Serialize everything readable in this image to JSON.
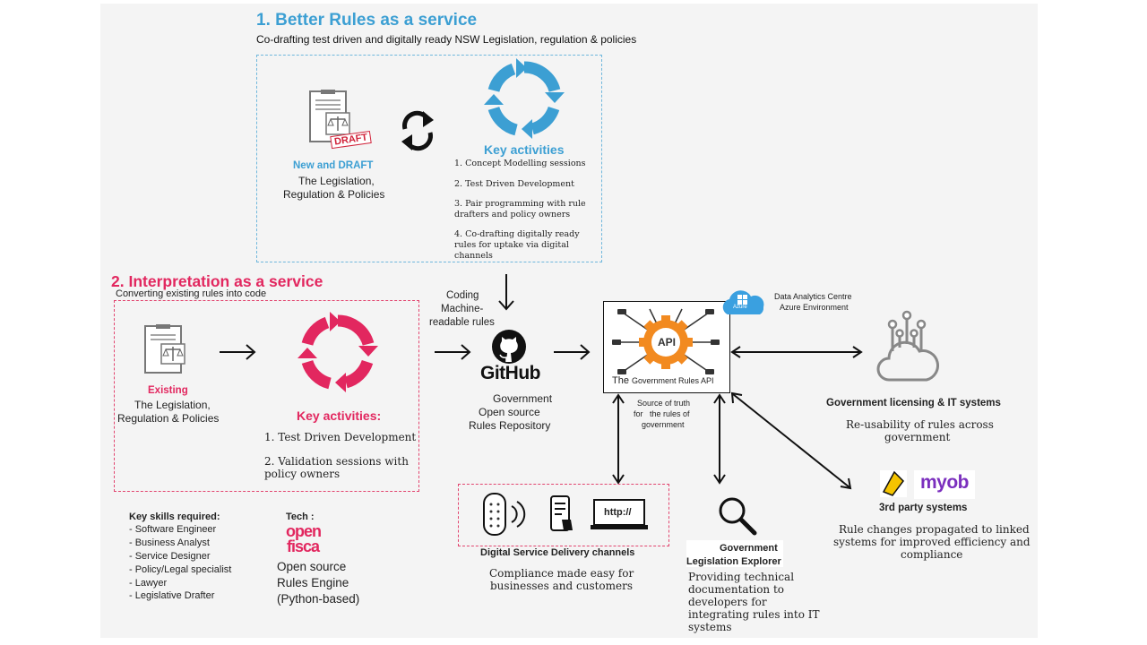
{
  "section1": {
    "title": "1. Better Rules as a service",
    "subtitle": "Co-drafting test driven and digitally ready NSW Legislation, regulation & policies",
    "stamp": "DRAFT",
    "doc_heading": "New and DRAFT",
    "doc_line1": "The  Legislation,",
    "doc_line2": "Regulation & Policies",
    "activities_heading": "Key activities",
    "activities": [
      "1. Concept Modelling sessions",
      "2. Test Driven Development",
      "3. Pair programming with rule",
      "drafters and policy owners",
      "4. Co-drafting digitally ready",
      "rules for uptake via digital",
      "channels"
    ]
  },
  "section2": {
    "title": "2. Interpretation as a service",
    "subtitle": "Converting existing rules into code",
    "doc_heading": "Existing",
    "doc_line1": "The Legislation,",
    "doc_line2": "Regulation & Policies",
    "activities_heading": "Key activities:",
    "activities": [
      "1. Test Driven Development",
      "2. Validation sessions with",
      "policy owners"
    ]
  },
  "coding": {
    "line1": "Coding",
    "line2": "Machine-",
    "line3": "readable rules"
  },
  "github": {
    "logo_text": "GitHub",
    "line1": "Government",
    "line2": "Open source",
    "line3": "Rules Repository"
  },
  "api": {
    "badge": "API",
    "label_prefix": "The",
    "label": "Government Rules API",
    "source1": "Source of truth",
    "source2": "for   the rules of",
    "source3": "government"
  },
  "azure": {
    "cloud_label": "Azure",
    "line1": "Data Analytics Centre",
    "line2": "Azure Environment"
  },
  "gov_systems": {
    "title": "Government licensing & IT systems",
    "line1": "Re-usability of rules across",
    "line2": "government"
  },
  "third_party": {
    "logo_text": "myob",
    "title": "3rd party systems",
    "line1": "Rule changes propagated to linked",
    "line2": "systems for improved efficiency and",
    "line3": "compliance"
  },
  "digital": {
    "url_label": "http://",
    "title": "Digital Service Delivery channels",
    "line1": "Compliance made easy for",
    "line2": "businesses and customers"
  },
  "explorer": {
    "title1": "Government",
    "title2": "Legislation Explorer",
    "lines": [
      "Providing technical",
      "documentation to",
      "developers for",
      "integrating rules into IT",
      "systems"
    ]
  },
  "skills": {
    "heading": "Key skills required:",
    "items": [
      "- Software Engineer",
      "- Business Analyst",
      "- Service Designer",
      "- Policy/Legal specialist",
      "- Lawyer",
      "- Legislative Drafter"
    ]
  },
  "tech": {
    "heading": "Tech :",
    "logo_line1": "open",
    "logo_line2": "fisca",
    "line1": "Open source",
    "line2": "Rules Engine",
    "line3": "(Python-based)"
  },
  "colors": {
    "blue": "#3c9fd3",
    "pink": "#e2275f",
    "orange": "#f28a20",
    "azure": "#3aa0e0"
  }
}
